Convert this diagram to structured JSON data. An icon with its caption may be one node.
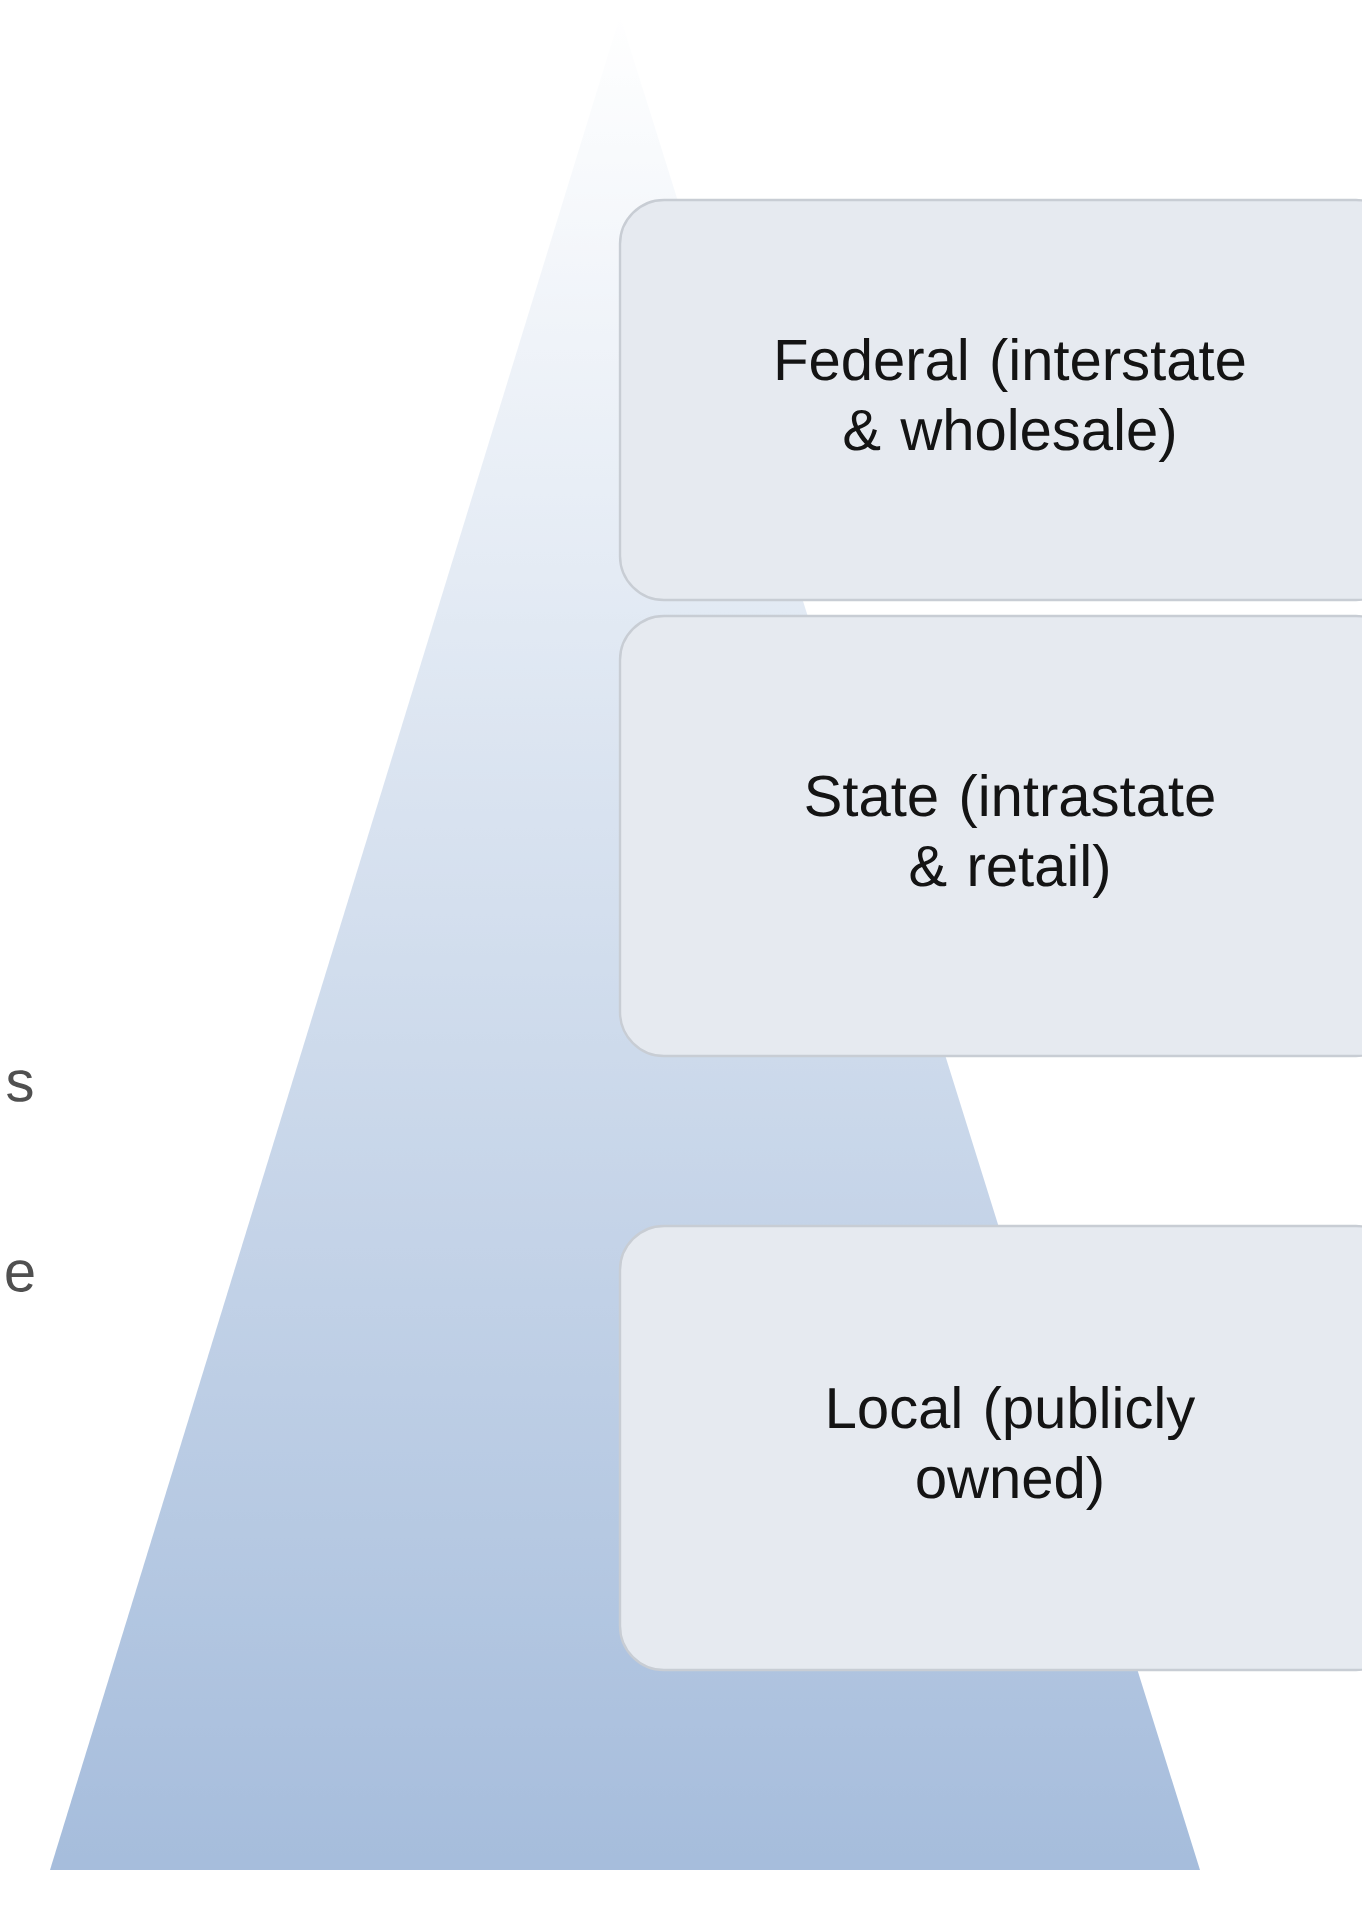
{
  "diagram": {
    "nodes": [
      {
        "text": [
          "Federal (interstate & wholesale)"
        ]
      },
      {
        "text": [
          "State (intrastate & retail)"
        ]
      },
      {
        "text": [
          "Local (publicly owned)"
        ]
      }
    ],
    "labels": [
      "s",
      "e"
    ]
  }
}
